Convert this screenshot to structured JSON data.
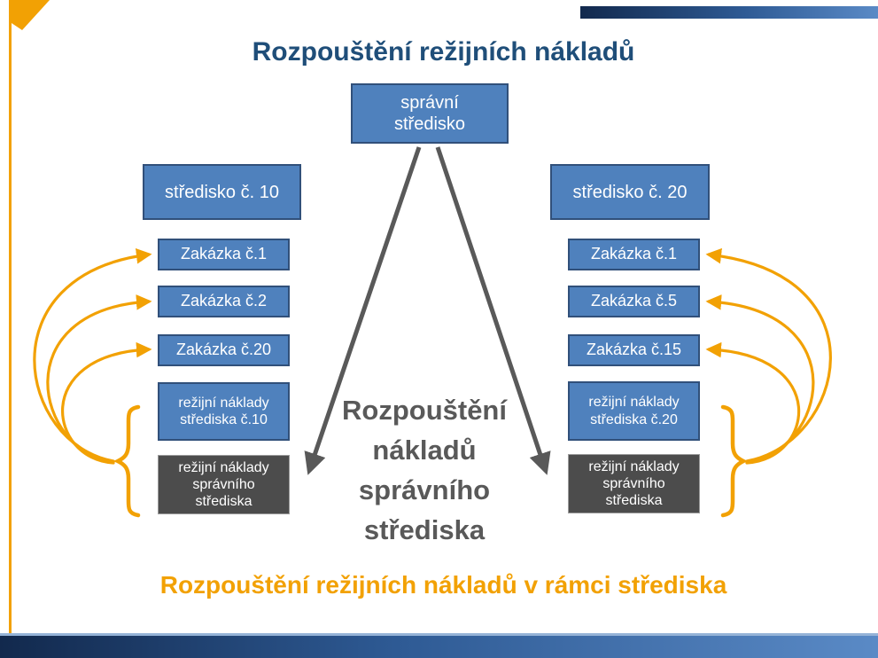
{
  "slide": {
    "title": "Rozpouštění režijních nákladů",
    "bottom_title": "Rozpouštění režijních nákladů v rámci střediska",
    "center_label": "Rozpouštění\nnákladů\nsprávního\nstřediska"
  },
  "admin_center": {
    "label": "správní\nstředisko"
  },
  "left_group": {
    "header": "středisko č. 10",
    "orders": [
      "Zakázka č.1",
      "Zakázka č.2",
      "Zakázka č.20"
    ],
    "overhead_box": "režijní náklady\nstřediska č.10",
    "admin_overhead_box": "režijní náklady\nsprávního\nstřediska"
  },
  "right_group": {
    "header": "středisko č. 20",
    "orders": [
      "Zakázka č.1",
      "Zakázka č.5",
      "Zakázka č.15"
    ],
    "overhead_box": "režijní náklady\nstřediska č.20",
    "admin_overhead_box": "režijní náklady\nsprávního\nstřediska"
  },
  "colors": {
    "box_blue": "#4f81bd",
    "box_blue_border": "#31507a",
    "box_dark": "#4c4c4c",
    "title_blue": "#1f4e79",
    "accent_orange": "#f2a104",
    "arrow_gray": "#595959"
  }
}
